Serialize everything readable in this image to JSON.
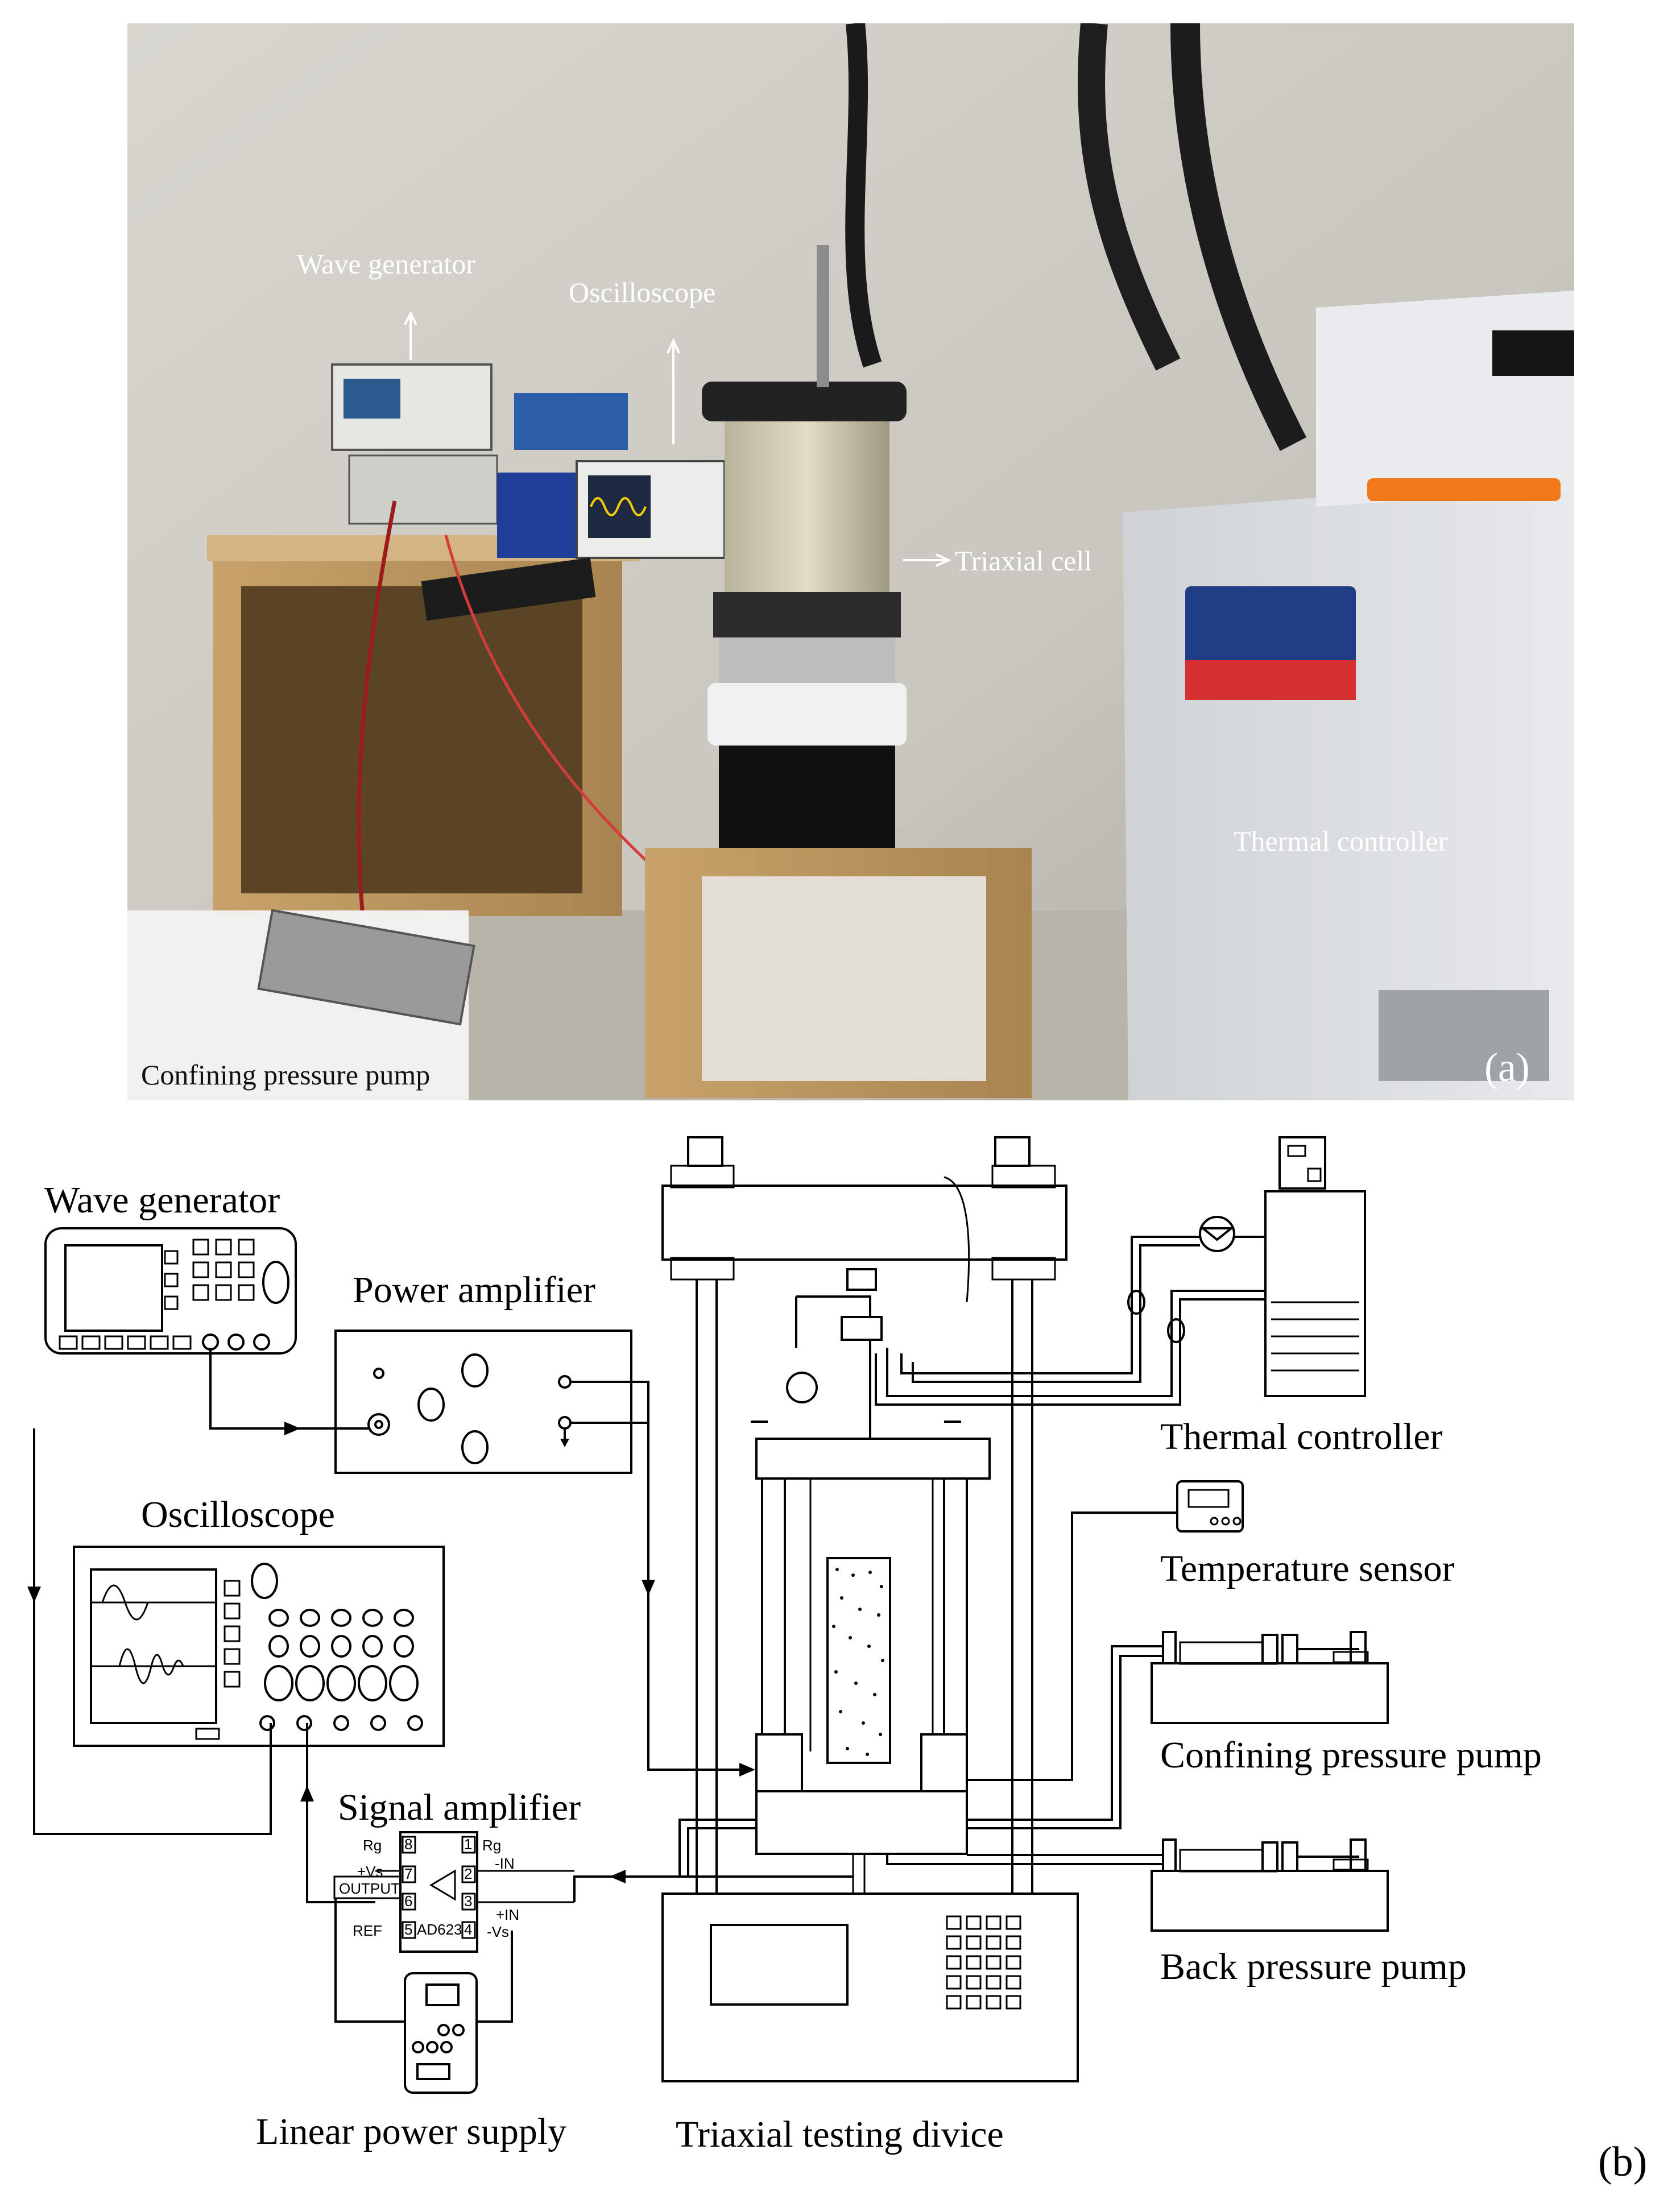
{
  "panel_a": {
    "tag": "(a)",
    "labels": {
      "wave_generator": "Wave generator",
      "oscilloscope": "Oscilloscope",
      "triaxial_cell": "Triaxial cell",
      "thermal_controller": "Thermal controller",
      "confining_pressure_pump": "Confining pressure pump"
    }
  },
  "panel_b": {
    "tag": "(b)",
    "labels": {
      "wave_generator": "Wave generator",
      "power_amplifier": "Power amplifier",
      "oscilloscope": "Oscilloscope",
      "signal_amplifier": "Signal amplifier",
      "linear_power_supply": "Linear power supply",
      "triaxial_testing_device": "Triaxial testing divice",
      "thermal_controller": "Thermal controller",
      "temperature_sensor": "Temperature sensor",
      "confining_pressure_pump": "Confining pressure pump",
      "back_pressure_pump": "Back pressure pump"
    },
    "chip": {
      "name": "AD623",
      "pins": {
        "p1": "1",
        "p2": "2",
        "p3": "3",
        "p4": "4",
        "p5": "5",
        "p6": "6",
        "p7": "7",
        "p8": "8",
        "rg_left": "Rg",
        "rg_right": "Rg",
        "vs_plus": "+Vs",
        "output": "OUTPUT",
        "ref": "REF",
        "in_minus": "-IN",
        "in_plus": "+IN",
        "vs_minus": "-Vs"
      }
    }
  }
}
